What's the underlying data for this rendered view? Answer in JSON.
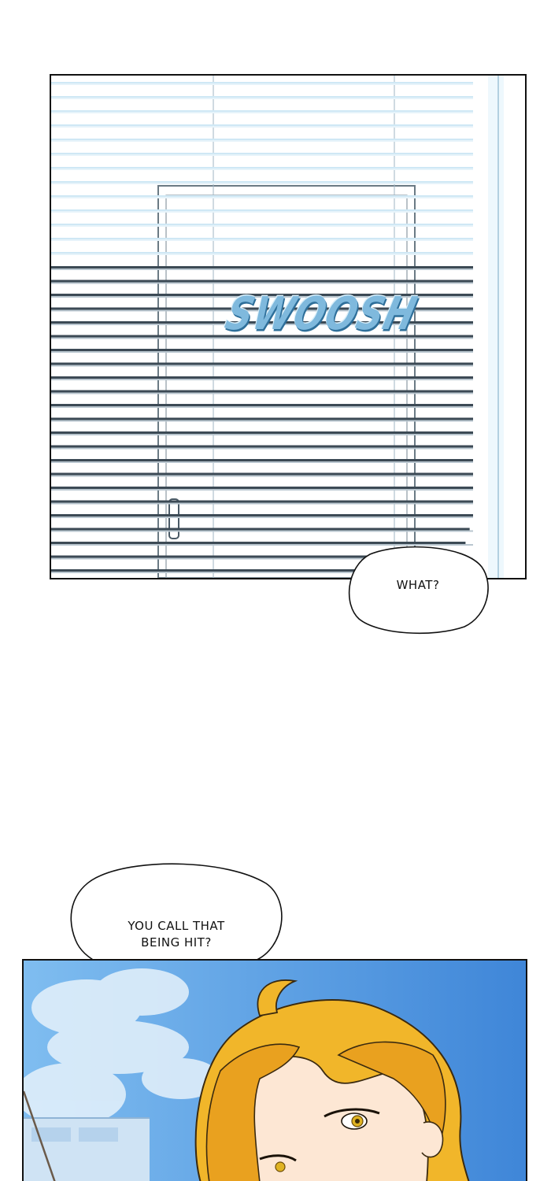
{
  "panels": {
    "blinds": {
      "sound_effect": "SWOOSH",
      "colors": {
        "slat": "#3c4a55",
        "frame": "#6a7a84",
        "glass": "#cfe8f5",
        "sfx": "#7fb9dd"
      }
    },
    "portrait": {
      "colors": {
        "sky": "#4f95e0",
        "cloud": "#e6f2fb",
        "hair": "#f1b62a",
        "hair_shadow": "#c88716",
        "skin": "#fde7d4",
        "eye": "#e0b322"
      }
    }
  },
  "dialogue": {
    "bubble_1": {
      "text": "WHAT?"
    },
    "bubble_2": {
      "line_1": "YOU CALL THAT",
      "line_2": "BEING HIT?"
    }
  }
}
